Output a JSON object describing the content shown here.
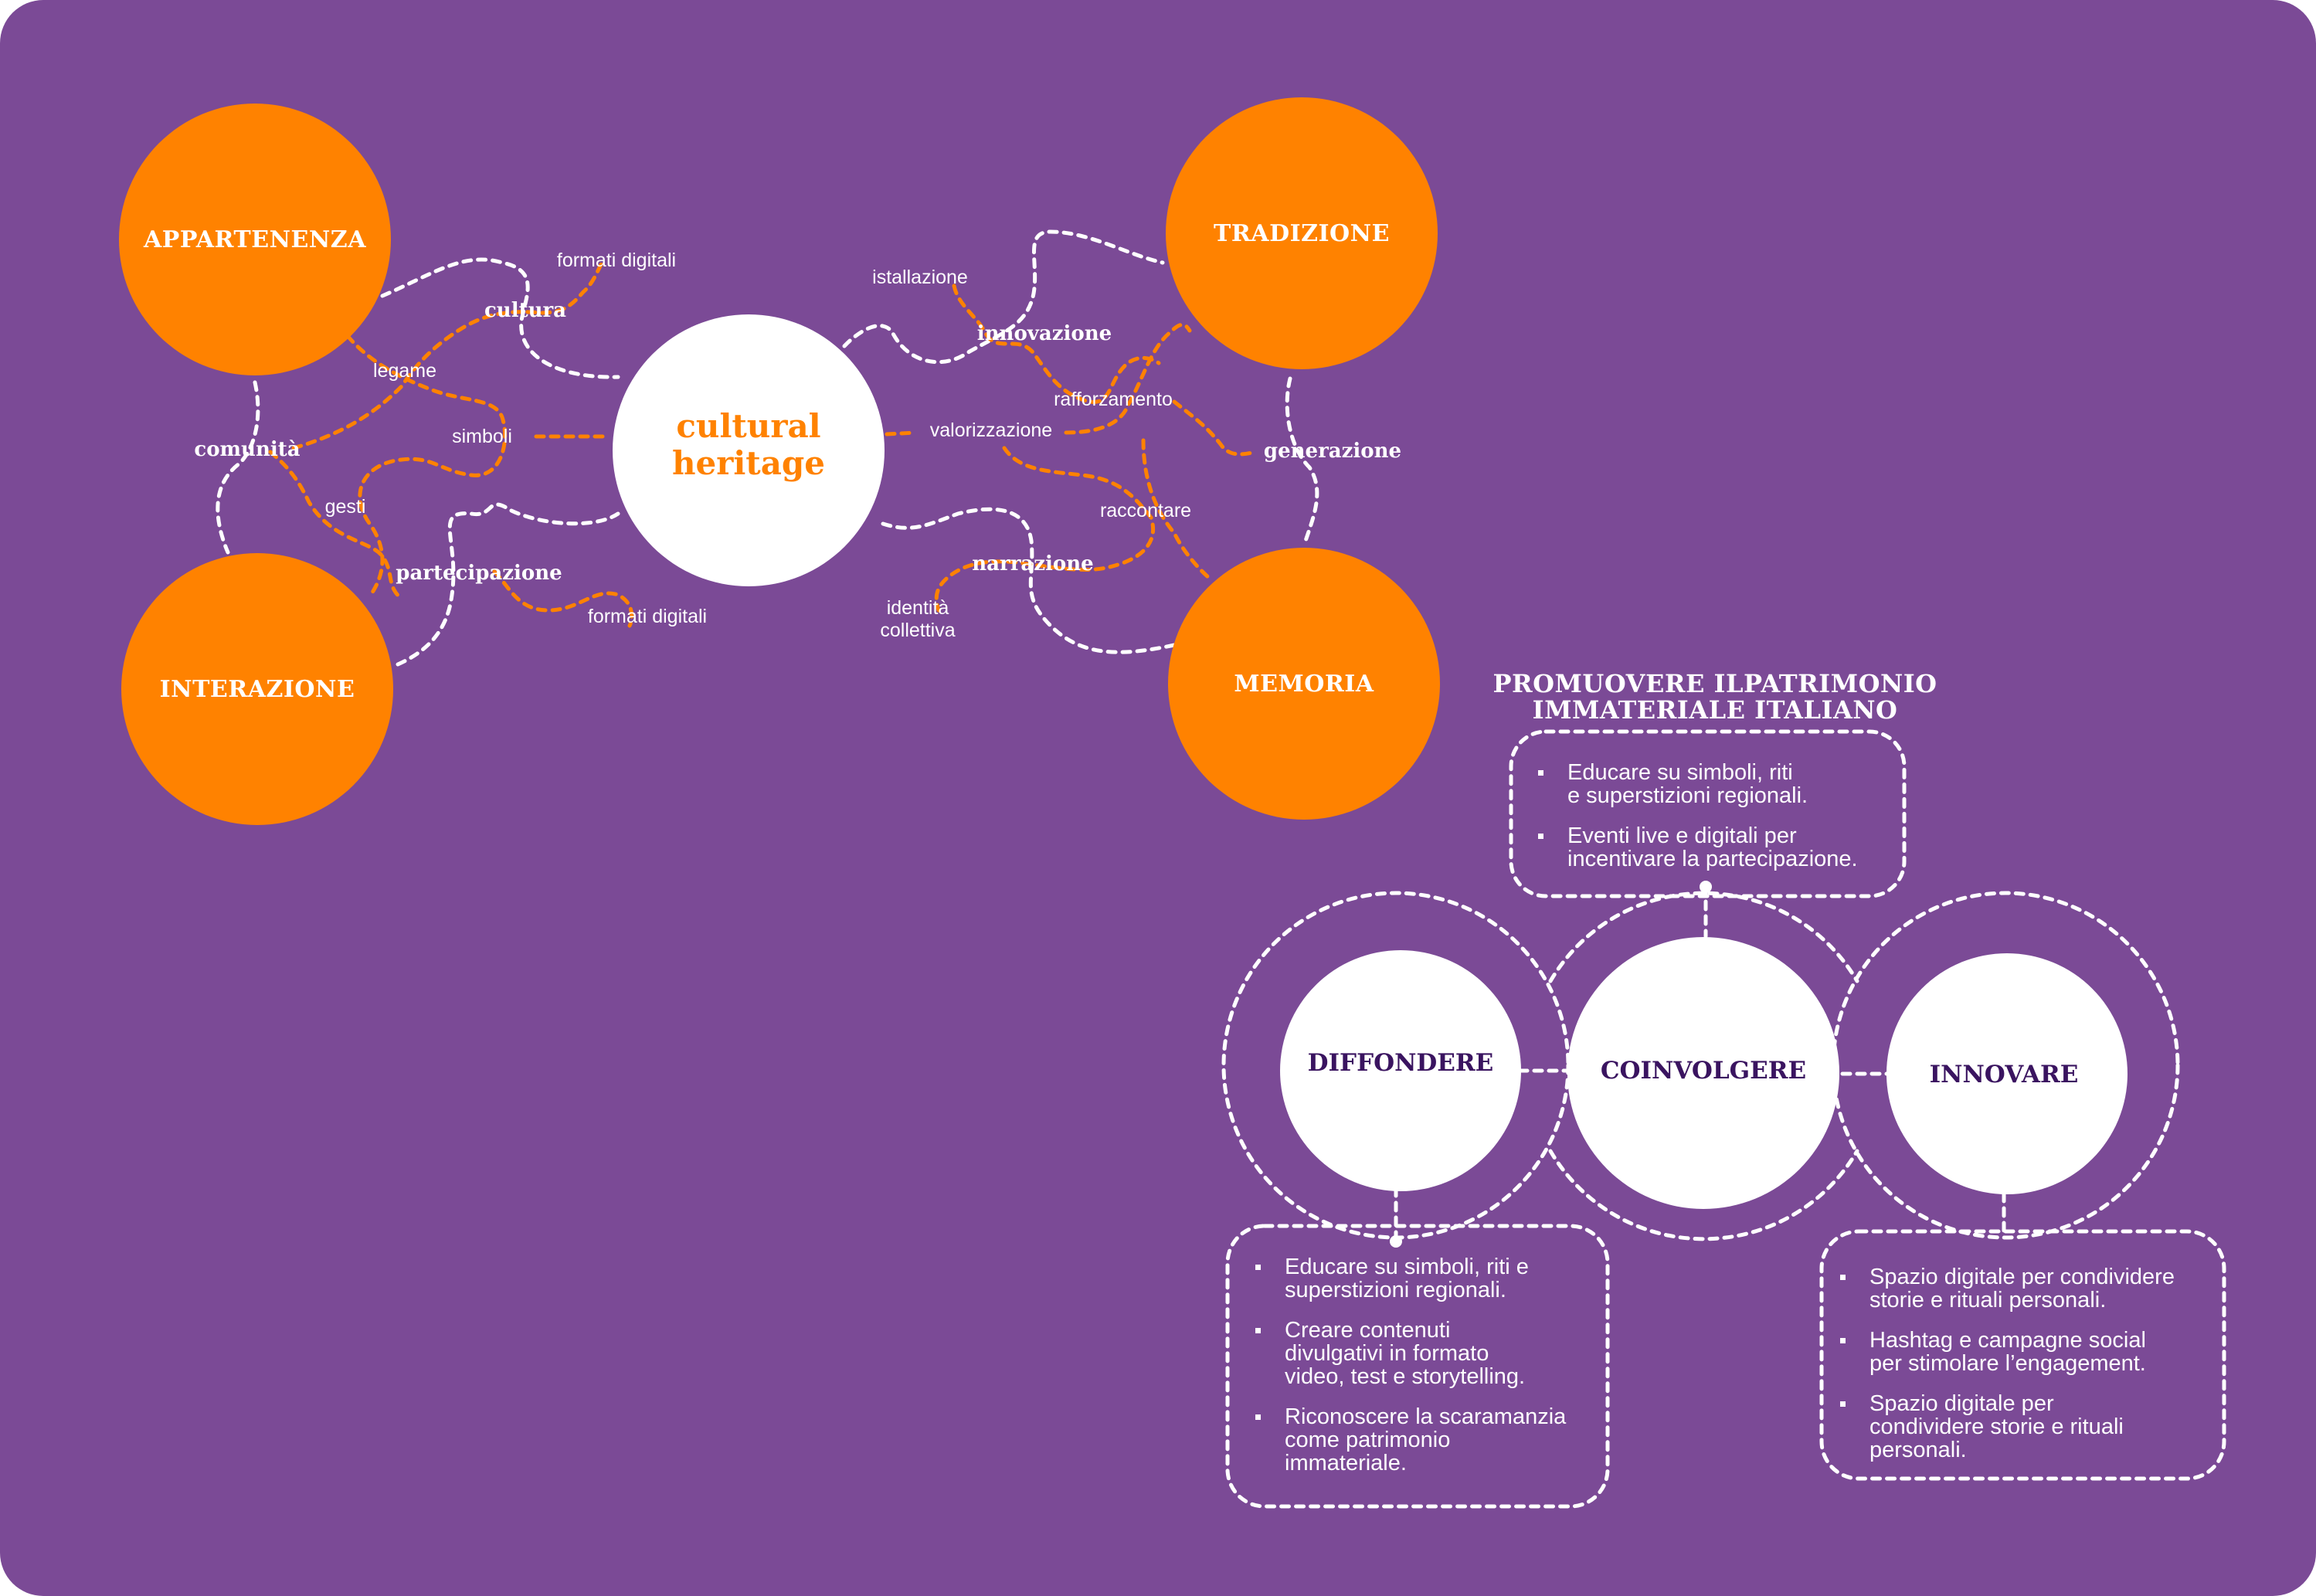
{
  "colors": {
    "background": "#7b4a96",
    "accent_orange": "#ff8200",
    "dark_purple": "#3a1460",
    "white": "#ffffff"
  },
  "map": {
    "center": {
      "line1": "cultural",
      "line2": "heritage"
    },
    "nodes": {
      "appartenenza": "APPARTENENZA",
      "tradizione": "TRADIZIONE",
      "interazione": "INTERAZIONE",
      "memoria": "MEMORIA"
    },
    "bold_words": {
      "cultura": "cultura",
      "comunita": "comunità",
      "partecipazione": "partecipazione",
      "innovazione": "innovazione",
      "generazione": "generazione",
      "narrazione": "narrazione"
    },
    "words": {
      "formati_digitali_top": "formati digitali",
      "legame": "legame",
      "simboli": "simboli",
      "gesti": "gesti",
      "formati_digitali_bottom": "formati digitali",
      "istallazione": "istallazione",
      "rafforzamento": "rafforzamento",
      "valorizzazione": "valorizzazione",
      "raccontare": "raccontare",
      "identita_line1": "identità",
      "identita_line2": "collettiva"
    }
  },
  "strategy": {
    "title_line1": "PROMUOVERE ILPATRIMONIO",
    "title_line2": "IMMATERIALE ITALIANO",
    "circles": {
      "diffondere": "DIFFONDERE",
      "coinvolgere": "COINVOLGERE",
      "innovare": "INNOVARE"
    },
    "boxes": {
      "coinvolgere_items": [
        "Educare su simboli, riti\ne superstizioni regionali.",
        "Eventi live e digitali per\nincentivare la partecipazione."
      ],
      "diffondere_items": [
        "Educare su simboli, riti e\nsuperstizioni regionali.",
        "Creare contenuti\ndivulgativi in formato\nvideo, test e storytelling.",
        "Riconoscere la scaramanzia\ncome patrimonio\nimmateriale."
      ],
      "innovare_items": [
        "Spazio digitale per condividere\nstorie e rituali personali.",
        "Hashtag e campagne social\nper stimolare l’engagement.",
        "Spazio digitale per\ncondividere storie e rituali\npersonali."
      ]
    }
  }
}
